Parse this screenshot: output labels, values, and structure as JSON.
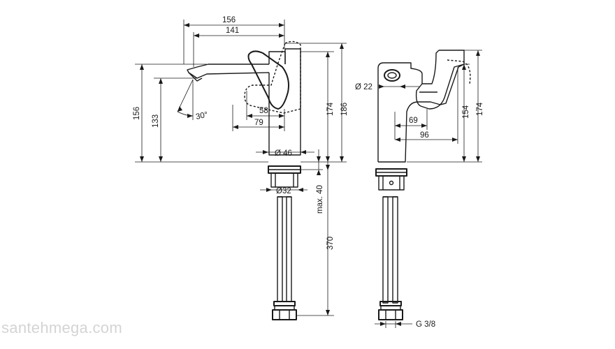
{
  "dimensions": {
    "d156_top": "156",
    "d141": "141",
    "d156_left": "156",
    "d133": "133",
    "angle": "30°",
    "d58": "58",
    "d79": "79",
    "d174_side": "174",
    "d186": "186",
    "dia46": "Ø 46",
    "dia32": "Ø32",
    "max40": "max. 40",
    "d370": "370",
    "dia22": "Ø 22",
    "d69": "69",
    "d96": "96",
    "d154": "154",
    "d174_right": "174",
    "thread": "G 3/8"
  },
  "watermark": "santehmega.com"
}
